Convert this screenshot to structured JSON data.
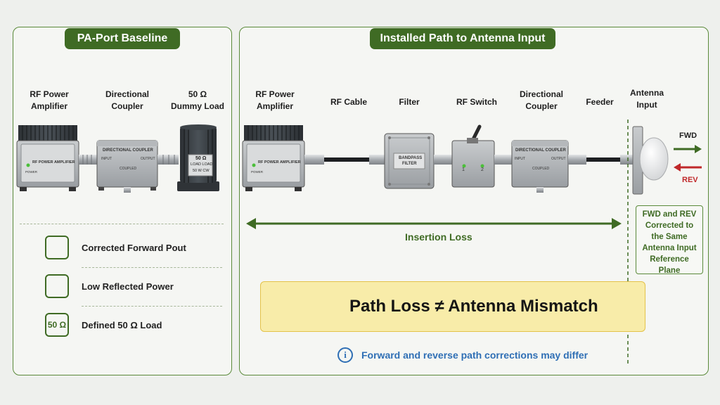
{
  "left_panel": {
    "title": "PA-Port Baseline",
    "components": {
      "amp": "RF Power\nAmplifier",
      "coupler": "Directional\nCoupler",
      "load": "50 Ω\nDummy Load"
    },
    "device_text": {
      "amp_plate": "RF POWER AMPLIFIER",
      "amp_power": "POWER",
      "coupler_plate": "DIRECTIONAL COUPLER",
      "coupler_input": "INPUT",
      "coupler_output": "OUTPUT",
      "coupler_coupled": "COUPLED",
      "load_plate_line1": "50 Ω",
      "load_plate_line2": "LOAD LOAD",
      "load_plate_line3": "50 W CW"
    },
    "features": [
      {
        "icon": "trend-up-icon",
        "text": "Corrected Forward Pout"
      },
      {
        "icon": "trend-down-icon",
        "text": "Low Reflected Power"
      },
      {
        "icon": "ohm-badge",
        "icon_text": "50 Ω",
        "text": "Defined 50 Ω Load"
      }
    ]
  },
  "right_panel": {
    "title": "Installed Path to Antenna Input",
    "components": {
      "amp": "RF Power\nAmplifier",
      "cable": "RF Cable",
      "filter": "Filter",
      "switch": "RF Switch",
      "coupler": "Directional\nCoupler",
      "feeder": "Feeder",
      "antenna": "Antenna\nInput"
    },
    "device_text": {
      "amp_plate": "RF POWER AMPLIFIER",
      "amp_power": "POWER",
      "filter_plate_line1": "BANDPASS",
      "filter_plate_line2": "FILTER",
      "switch_port1": "1",
      "switch_port2": "2",
      "coupler_plate": "DIRECTIONAL COUPLER",
      "coupler_input": "INPUT",
      "coupler_output": "OUTPUT",
      "coupler_coupled": "COUPLED"
    },
    "fwd": "FWD",
    "rev": "REV",
    "insertion_loss": "Insertion Loss",
    "reference_note": "FWD and REV Corrected to the Same Antenna Input Reference Plane",
    "warning": "Path Loss ≠ Antenna Mismatch",
    "info": "Forward and reverse path corrections may differ"
  },
  "colors": {
    "accent_green": "#3f6b24",
    "fwd_green": "#3f6b24",
    "rev_red": "#c0282a",
    "warning_bg": "#f8eca9",
    "info_blue": "#2f6fb5"
  }
}
